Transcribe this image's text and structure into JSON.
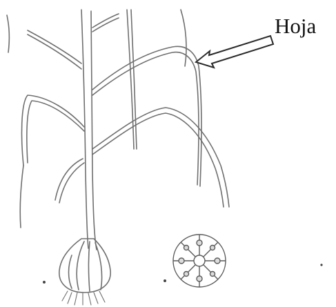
{
  "figure": {
    "label": "Hoja",
    "ink_color": "#6f6f6f",
    "dark_ink_color": "#2a2a2a",
    "background": "#ffffff",
    "icons": [
      "garlic-plant-illustration",
      "garlic-bulb-cross-section",
      "pointer-arrow"
    ]
  }
}
